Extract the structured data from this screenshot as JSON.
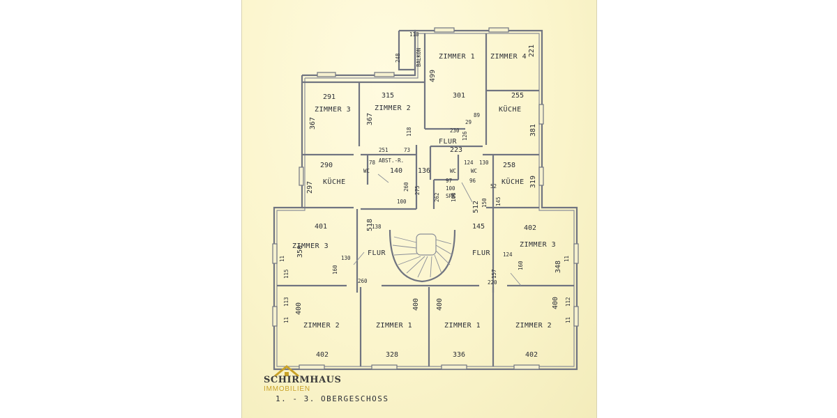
{
  "plan": {
    "rooms": [
      "ZIMMER 1",
      "ZIMMER 4",
      "ZIMMER 3",
      "ZIMMER 2",
      "KÜCHE",
      "FLUR",
      "ABST.-R.",
      "KÜCHE",
      "KÜCHE",
      "ZIMMER 3",
      "FLUR",
      "FLUR",
      "ZIMMER 3",
      "ZIMMER 2",
      "ZIMMER 1",
      "ZIMMER 1",
      "ZIMMER 2",
      "BALKON"
    ],
    "fixtures": [
      "WC",
      "WC",
      "WC",
      "SPK"
    ],
    "dims": [
      "118",
      "248",
      "221",
      "499",
      "291",
      "315",
      "301",
      "255",
      "367",
      "367",
      "118",
      "89",
      "29",
      "230",
      "126",
      "381",
      "223",
      "251",
      "73",
      "78",
      "140",
      "136",
      "124",
      "130",
      "290",
      "260",
      "258",
      "297",
      "275",
      "100",
      "97",
      "96",
      "52",
      "319",
      "100",
      "262",
      "108",
      "150",
      "145",
      "518",
      "512",
      "401",
      "138",
      "145",
      "402",
      "350",
      "130",
      "124",
      "348",
      "11",
      "115",
      "11",
      "160",
      "160",
      "157",
      "260",
      "220",
      "113",
      "400",
      "400",
      "400",
      "400",
      "112",
      "11",
      "11",
      "402",
      "328",
      "336",
      "402"
    ],
    "caption": "1. - 3. OBERGESCHOSS"
  },
  "brand": {
    "name": "SCHIRMHAUS",
    "sub": "IMMOBILIEN",
    "color_dark": "#3a3a3a",
    "color_gold": "#c9a227"
  }
}
